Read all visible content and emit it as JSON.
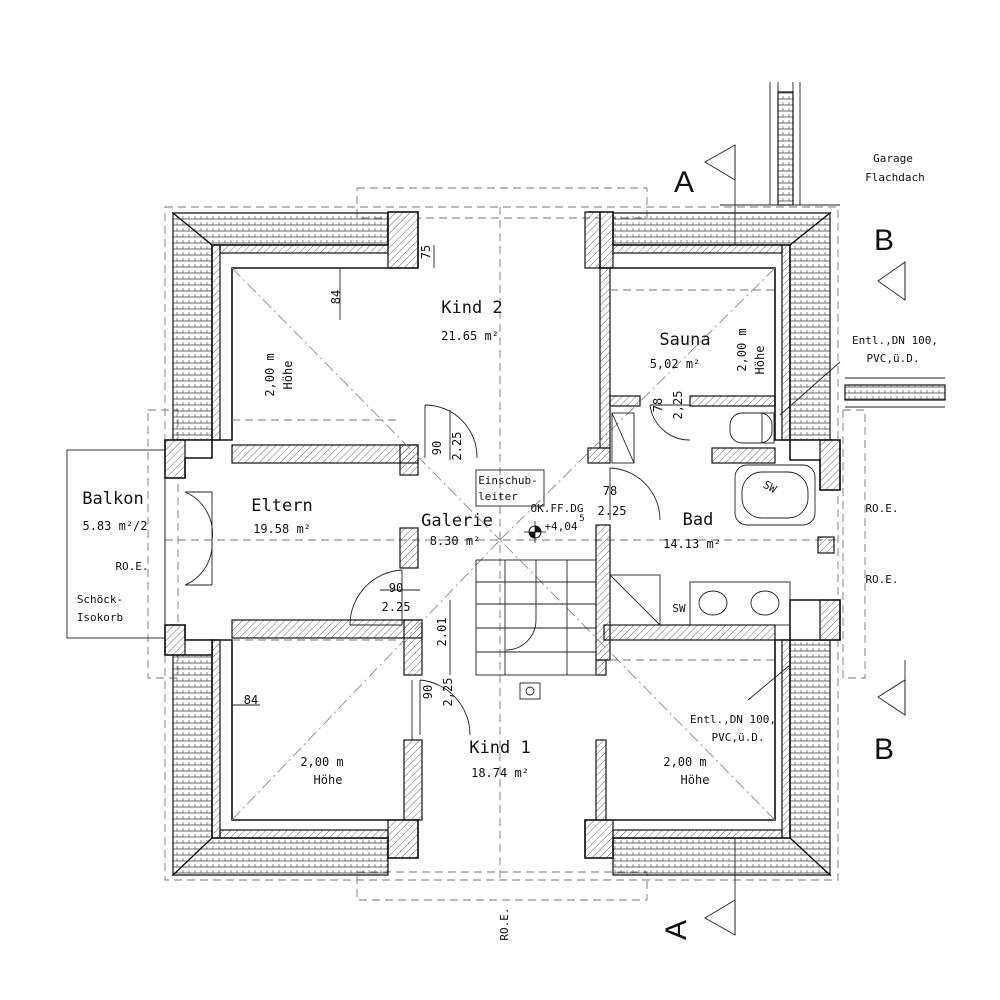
{
  "rooms": {
    "kind2": {
      "name": "Kind 2",
      "area": "21.65  m²"
    },
    "sauna": {
      "name": "Sauna",
      "area": "5,02  m²"
    },
    "eltern": {
      "name": "Eltern",
      "area": "19.58  m²"
    },
    "galerie": {
      "name": "Galerie",
      "area": "8.30  m²"
    },
    "bad": {
      "name": "Bad",
      "area": "14.13  m²"
    },
    "kind1": {
      "name": "Kind  1",
      "area": "18.74  m²"
    },
    "balkon": {
      "name": "Balkon",
      "area": "5.83  m²/2"
    }
  },
  "heights": {
    "kind2_a": "2,00  m",
    "kind2_b": "Höhe",
    "sauna_a": "2,00  m",
    "sauna_b": "Höhe",
    "eltern_a": "2,00  m",
    "eltern_b": "Höhe",
    "kind1_a": "2,00  m",
    "kind1_b": "Höhe"
  },
  "dimensions": {
    "d75": "75",
    "d84_top": "84",
    "d84_left": "84",
    "door_kind2_w": "90",
    "door_kind2_h": "2.25",
    "door_sauna_w": "78",
    "door_sauna_h": "2,25",
    "door_bad_w": "78",
    "door_bad_h": "2.25",
    "door_eltern_w": "90",
    "door_eltern_h": "2.25",
    "door_kind1_w": "90",
    "door_kind1_h": "2,25",
    "stair_h": "2.01"
  },
  "notes": {
    "garage_1": "Garage",
    "garage_2": "Flachdach",
    "entl_top_1": "Entl.,DN 100,",
    "entl_top_2": "PVC,ü.D.",
    "entl_bot_1": "Entl.,DN 100,",
    "entl_bot_2": "PVC,ü.D.",
    "roe_right_1": "RO.E.",
    "roe_right_2": "RO.E.",
    "roe_balkon": "RO.E.",
    "roe_bottom": "RO.E.",
    "schoeck_1": "Schöck-",
    "schoeck_2": "Isokorb",
    "einschub_1": "Einschub-",
    "einschub_2": "leiter",
    "okffdg_1": "OK.FF.DG",
    "okffdg_2": "+4,04",
    "okffdg_sup": "5",
    "sw_tub": "SW",
    "sw_shower": "SW"
  },
  "section_marks": {
    "a_top": "A",
    "a_bottom": "A",
    "b_top": "B",
    "b_bottom": "B"
  }
}
